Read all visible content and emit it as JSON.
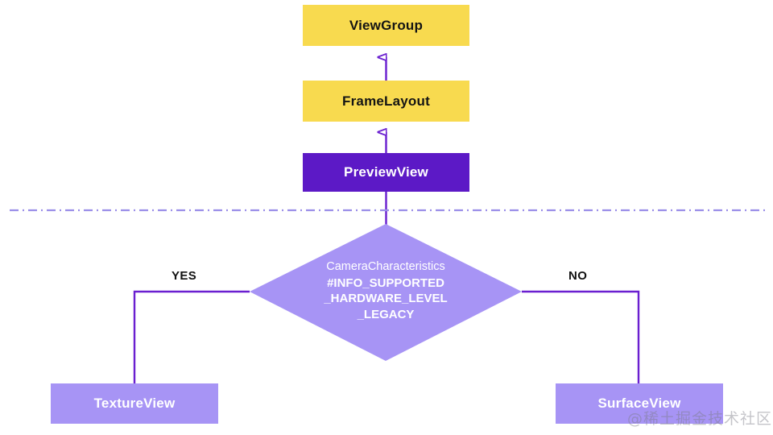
{
  "diagram": {
    "title": "PreviewView implementation selection flow",
    "colors": {
      "yellow": "#f8da4f",
      "dark_purple": "#5c19c6",
      "light_purple": "#a794f5",
      "connector": "#6a1fd0",
      "divider": "#9a8ee8",
      "text_dark": "#141414",
      "text_light": "#ffffff"
    },
    "class_hierarchy": [
      {
        "id": "viewgroup",
        "label": "ViewGroup",
        "style": "yellow"
      },
      {
        "id": "framelayout",
        "label": "FrameLayout",
        "style": "yellow"
      },
      {
        "id": "previewview",
        "label": "PreviewView",
        "style": "dark-purple"
      }
    ],
    "decision": {
      "id": "camera-characteristics-decision",
      "shape": "diamond",
      "lines": [
        {
          "text": "CameraCharacteristics",
          "bold": false
        },
        {
          "text": "#INFO_SUPPORTED",
          "bold": true
        },
        {
          "text": "_HARDWARE_LEVEL",
          "bold": true
        },
        {
          "text": "_LEGACY",
          "bold": true
        }
      ]
    },
    "branches": [
      {
        "id": "yes",
        "label": "YES",
        "target_label": "TextureView"
      },
      {
        "id": "no",
        "label": "NO",
        "target_label": "SurfaceView"
      }
    ],
    "outcomes": [
      {
        "id": "textureview",
        "label": "TextureView",
        "style": "light-purple"
      },
      {
        "id": "surfaceview",
        "label": "SurfaceView",
        "style": "light-purple"
      }
    ],
    "divider": {
      "id": "section-divider",
      "style": "dash-dot"
    },
    "watermark": "@稀土掘金技术社区"
  }
}
